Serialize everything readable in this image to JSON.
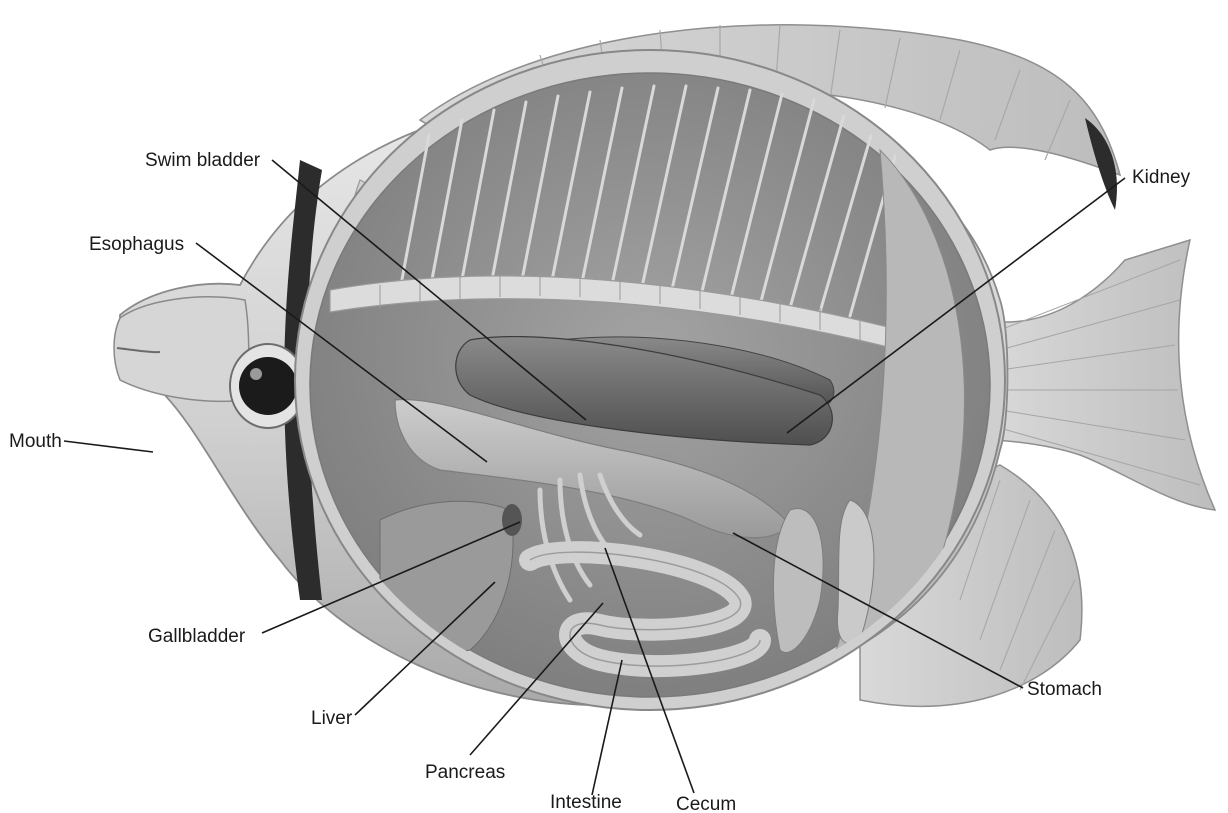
{
  "labels": {
    "swim_bladder": "Swim bladder",
    "kidney": "Kidney",
    "esophagus": "Esophagus",
    "mouth": "Mouth",
    "gallbladder": "Gallbladder",
    "liver": "Liver",
    "pancreas": "Pancreas",
    "intestine": "Intestine",
    "cecum": "Cecum",
    "stomach": "Stomach"
  },
  "colors": {
    "background": "#ffffff",
    "label_text": "#1a1a1a",
    "fish_body": "#c9c9c9",
    "fish_light": "#e6e6e6",
    "cavity": "#8e8e8e",
    "organ": "#6c6c6c",
    "stripe": "#2c2c2c"
  }
}
